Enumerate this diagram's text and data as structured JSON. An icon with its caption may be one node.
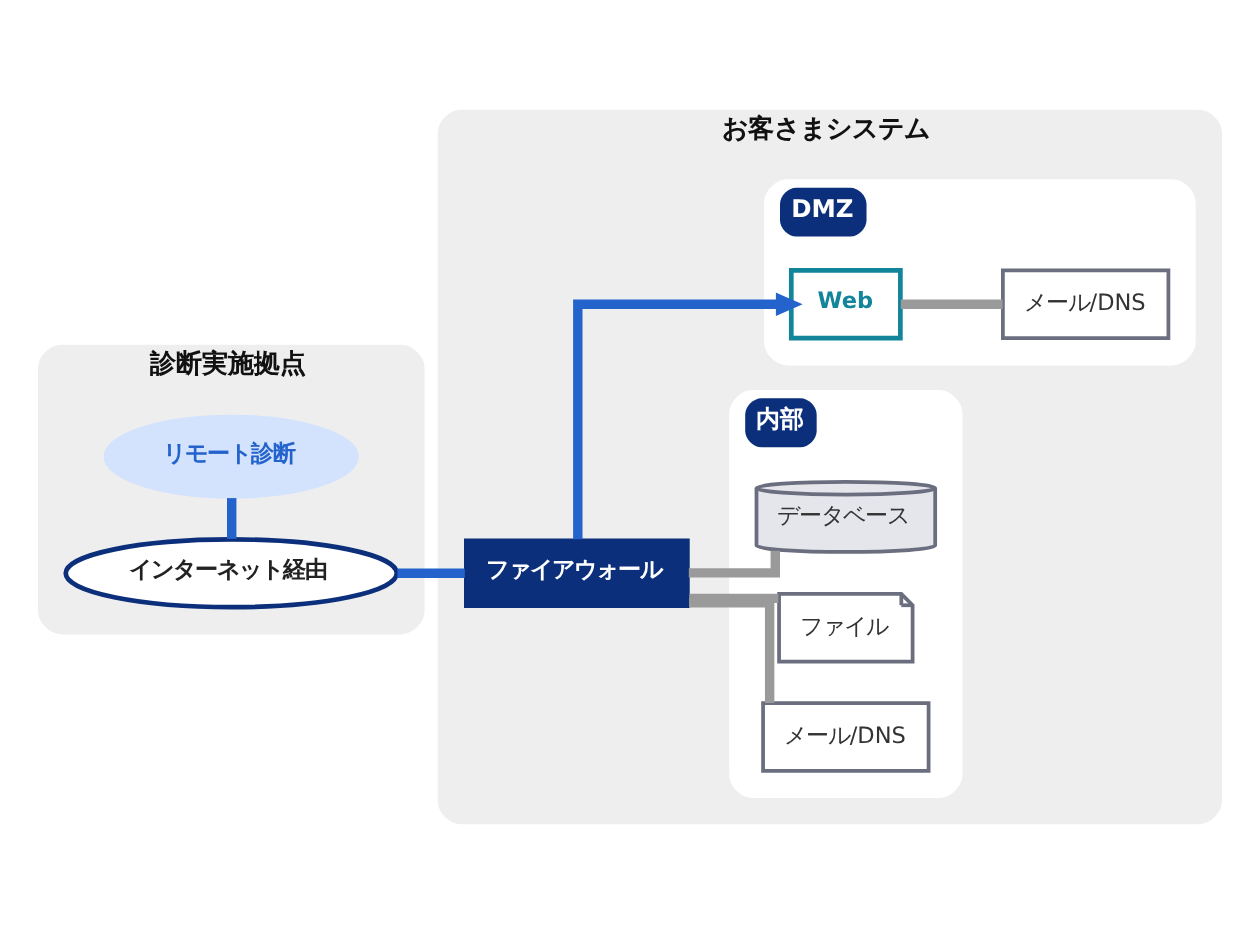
{
  "diagram": {
    "nodes": [
      {
        "text": [
          "診断実施拠点"
        ]
      },
      {
        "text": [
          "リモート診断"
        ],
        "in": 0
      },
      {
        "text": [
          "インターネット経由"
        ],
        "in": 0
      },
      {
        "text": [
          "お客さまシステム"
        ]
      },
      {
        "text": [
          "ファイアウォール"
        ],
        "in": 3
      },
      {
        "text": [
          "DMZ"
        ],
        "in": 3
      },
      {
        "text": [
          "Web"
        ],
        "in": 5
      },
      {
        "text": [
          "メール/DNS"
        ],
        "in": 5
      },
      {
        "text": [
          "内部"
        ],
        "in": 3
      },
      {
        "text": [
          "データベース"
        ],
        "in": 8
      },
      {
        "text": [
          "ファイル"
        ],
        "in": 8
      },
      {
        "text": [
          "メール/DNS"
        ],
        "in": 8
      }
    ],
    "edges": [
      {
        "from": 1,
        "to": 2,
        "arrow": "none",
        "color": "#2563cc"
      },
      {
        "from": 2,
        "to": 4,
        "arrow": "none",
        "color": "#2563cc"
      },
      {
        "from": 4,
        "to": 6,
        "arrow": "to",
        "color": "#2563cc"
      },
      {
        "from": 6,
        "to": 7,
        "arrow": "none"
      },
      {
        "from": 4,
        "to": 9,
        "arrow": "none"
      },
      {
        "from": 4,
        "to": 10,
        "arrow": "none"
      },
      {
        "from": 4,
        "to": 11,
        "arrow": "none"
      }
    ]
  }
}
